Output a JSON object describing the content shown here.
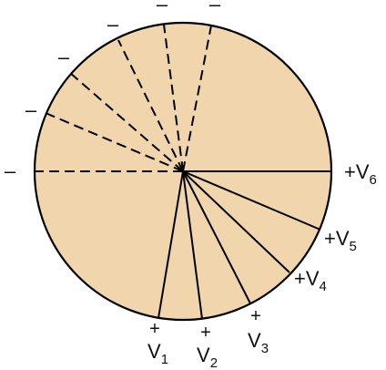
{
  "colors": {
    "disc_fill": "#f0d5ad",
    "line": "#000000",
    "text": "#111111"
  },
  "labels": {
    "negative_sign": "–",
    "plus_v6": "+V",
    "sub_6": "6",
    "plus_v5": "+V",
    "sub_5": "5",
    "plus_v4": "+V",
    "sub_4": "4",
    "plus_v3_sign": "+",
    "v3": "V",
    "sub_3": "3",
    "plus_v2_sign": "+",
    "v2": "V",
    "sub_2": "2",
    "plus_v1_sign": "+",
    "v1": "V",
    "sub_1": "1"
  }
}
